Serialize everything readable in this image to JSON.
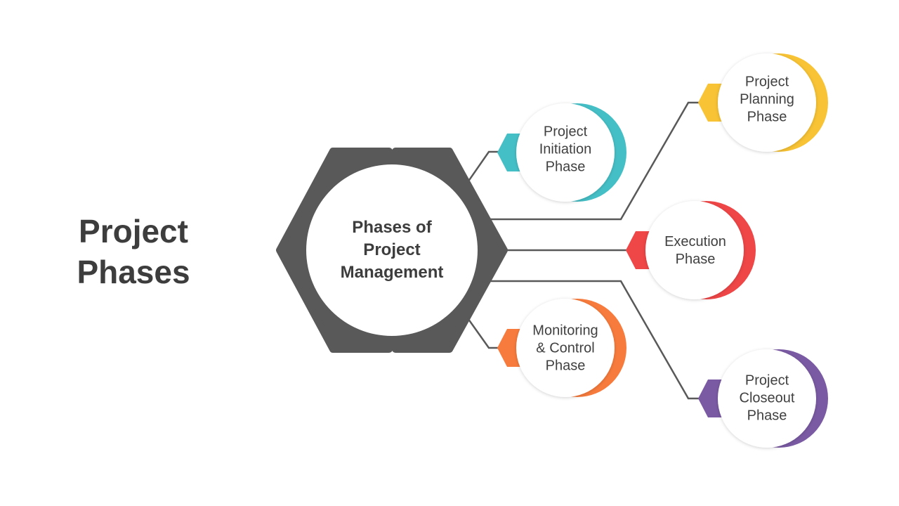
{
  "title": {
    "line1": "Project",
    "line2": "Phases"
  },
  "center": {
    "line1": "Phases of",
    "line2": "Project",
    "line3": "Management"
  },
  "phases": [
    {
      "id": "initiation",
      "lines": [
        "Project",
        "Initiation",
        "Phase"
      ],
      "color": "#45bfc6"
    },
    {
      "id": "planning",
      "lines": [
        "Project",
        "Planning",
        "Phase"
      ],
      "color": "#f8c334"
    },
    {
      "id": "execution",
      "lines": [
        "Execution",
        "Phase"
      ],
      "color": "#ef4647"
    },
    {
      "id": "monitoring",
      "lines": [
        "Monitoring",
        "& Control",
        "Phase"
      ],
      "color": "#f77b3c"
    },
    {
      "id": "closeout",
      "lines": [
        "Project",
        "Closeout",
        "Phase"
      ],
      "color": "#7a5aa3"
    }
  ],
  "colors": {
    "hexagon": "#595959",
    "connector": "#595959",
    "text": "#404040"
  }
}
